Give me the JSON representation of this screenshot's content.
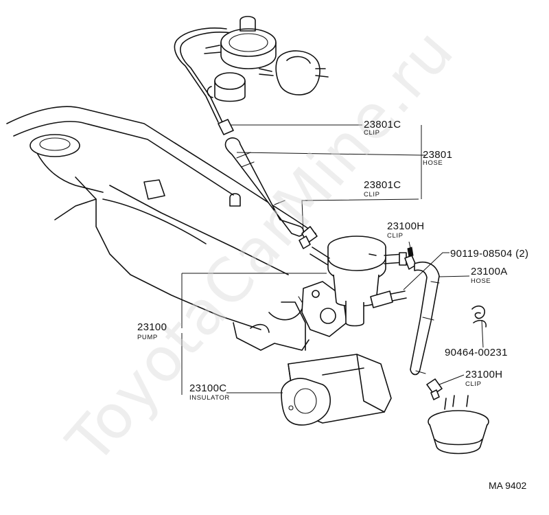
{
  "watermark": "ToyotaCarMine.ru",
  "callouts": [
    {
      "id": "c-23801c-top",
      "part": "23801C",
      "desc": "CLIP"
    },
    {
      "id": "c-23801",
      "part": "23801",
      "desc": "HOSE"
    },
    {
      "id": "c-23801c-bottom",
      "part": "23801C",
      "desc": "CLIP"
    },
    {
      "id": "c-23100h-top",
      "part": "23100H",
      "desc": "CLIP"
    },
    {
      "id": "c-90119",
      "part": "90119-08504 (2)",
      "desc": ""
    },
    {
      "id": "c-23100a",
      "part": "23100A",
      "desc": "HOSE"
    },
    {
      "id": "c-90464",
      "part": "90464-00231",
      "desc": ""
    },
    {
      "id": "c-23100h-bottom",
      "part": "23100H",
      "desc": "CLIP"
    },
    {
      "id": "c-23100",
      "part": "23100",
      "desc": "PUMP"
    },
    {
      "id": "c-23100c",
      "part": "23100C",
      "desc": "INSULATOR"
    }
  ],
  "figure_code": "MA 9402"
}
